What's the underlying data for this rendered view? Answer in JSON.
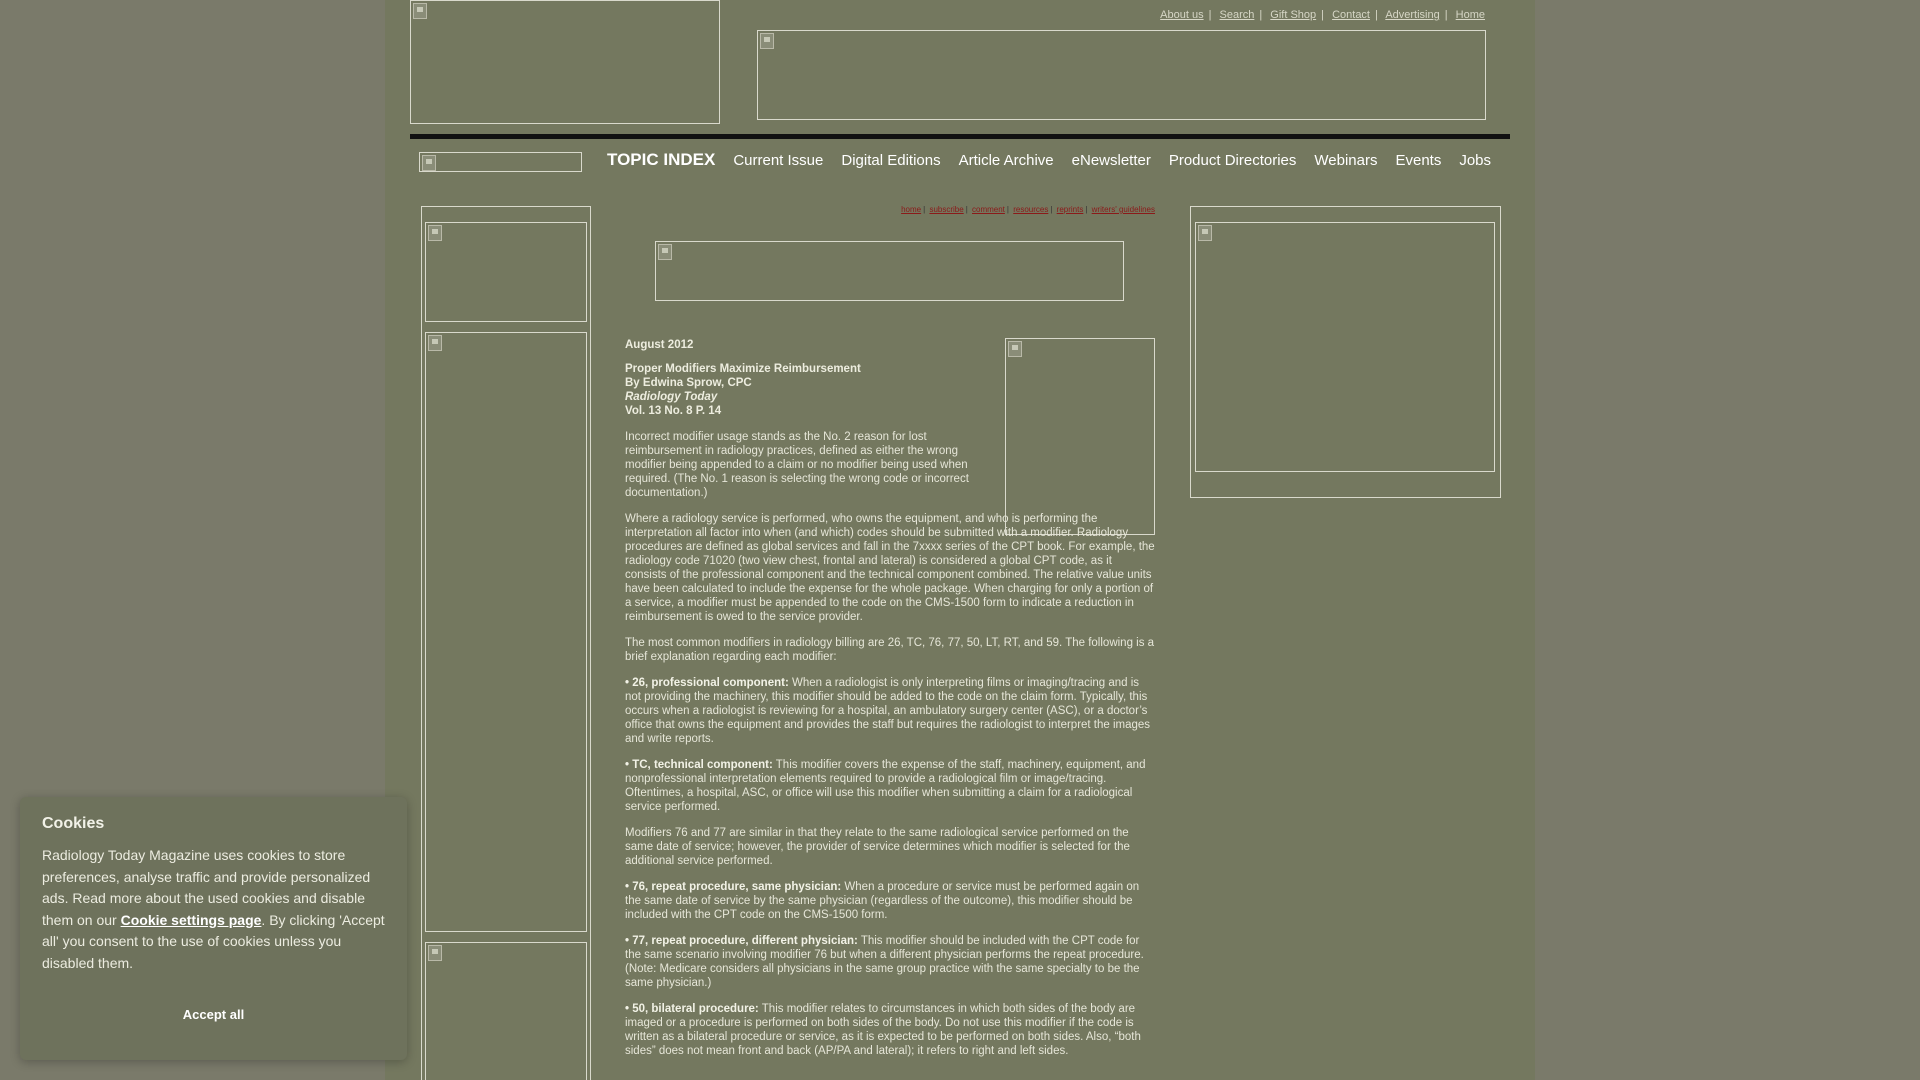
{
  "top_links": [
    "About us",
    "Search",
    "Gift Shop",
    "Contact",
    "Advertising",
    "Home"
  ],
  "nav": {
    "topic_index": "TOPIC INDEX",
    "items": [
      "Current Issue",
      "Digital Editions",
      "Article Archive",
      "eNewsletter",
      "Product Directories",
      "Webinars",
      "Events",
      "Jobs"
    ]
  },
  "subnav": [
    "home",
    "subscribe",
    "comment",
    "resources",
    "reprints",
    "writers' guidelines"
  ],
  "article": {
    "date": "August 2012",
    "title": "Proper Modifiers Maximize Reimbursement",
    "byline": "By Edwina Sprow, CPC",
    "publication": "Radiology Today",
    "volume": "Vol. 13 No. 8 P. 14",
    "p1": "Incorrect modifier usage stands as the No. 2 reason for lost reimbursement in radiology practices, defined as either the wrong modifier being appended to a claim or no modifier being used when required. (The No. 1 reason is selecting the wrong code or incorrect documentation.)",
    "p2": "Where a radiology service is performed, who owns the equipment, and who is performing the interpretation all factor into when (and which) codes should be submitted with a modifier. Radiology procedures are defined as global services and fall in the 7xxxx series of the CPT book. For example, the radiology code 71020 (two view chest, frontal and lateral) is considered a global CPT code, as it consists of the professional component and the technical component combined. The relative value units have been calculated to include the expense for the whole package. When charging for only a portion of a service, a modifier must be appended to the code on the CMS-1500 form to indicate a reduction in reimbursement is owed to the service provider.",
    "p3": "The most common modifiers in radiology billing are 26, TC, 76, 77, 50, LT, RT, and 59. The following is a brief explanation regarding each modifier:",
    "b1_head": "• 26, professional component:",
    "b1_text": " When a radiologist is only interpreting films or imaging/tracing and is not providing the machinery, this modifier should be added to the code on the claim form. Typically, this occurs when a radiologist is reviewing for a hospital, an ambulatory surgery center (ASC), or a doctor’s office that owns the equipment and provides the staff but requires the radiologist to interpret the images and write reports.",
    "b2_head": "• TC, technical component:",
    "b2_text": " This modifier covers the expense of the staff, machinery, equipment, and nonprofessional interpretation elements required to provide a radiological film or image/tracing. Oftentimes, a hospital, ASC, or office will use this modifier when submitting a claim for a radiological service performed.",
    "p4": "Modifiers 76 and 77 are similar in that they relate to the same radiological service performed on the same date of service; however, the provider of service determines which modifier is selected for the additional service performed.",
    "b3_head": "• 76, repeat procedure, same physician:",
    "b3_text": " When a procedure or service must be performed again on the same date of service by the same physician (regardless of the outcome), this modifier should be included with the CPT code on the CMS-1500 form.",
    "b4_head": "• 77, repeat procedure, different physician:",
    "b4_text": " This modifier should be included with the CPT code for the same scenario involving modifier 76 but when a different physician performs the repeat procedure. (Note: Medicare considers all physicians in the same group practice with the same specialty to be the same physician.)",
    "b5_head": "• 50, bilateral procedure:",
    "b5_text": " This modifier relates to circumstances in which both sides of the body are imaged or a procedure is performed on both sides of the body. Do not use this modifier if the code is written as a bilateral procedure or service, as it is expected to be performed on both sides. Also, “both sides” does not mean front and back (AP/PA and lateral); it refers to right and left sides."
  },
  "cookie": {
    "title": "Cookies",
    "text_before": "Radiology Today Magazine uses cookies to store preferences, analyse traffic and provide personalized ads. Read more about the used cookies and disable them on our ",
    "link": "Cookie settings page",
    "text_after": ". By clicking 'Accept all' you consent to the use of cookies unless you disabled them.",
    "accept": "Accept all"
  }
}
